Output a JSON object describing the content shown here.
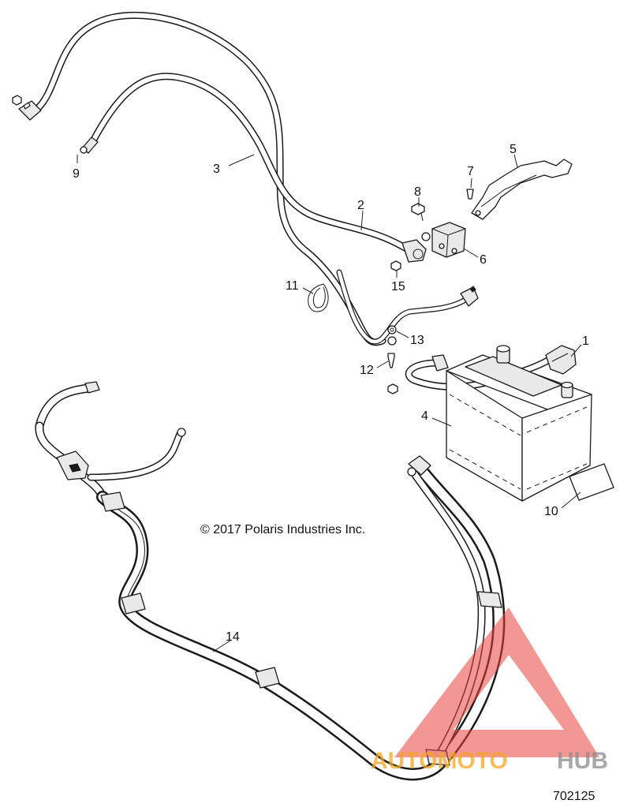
{
  "copyright": "© 2017 Polaris Industries Inc.",
  "figure_id": "702125",
  "watermark": {
    "text_primary": "AUTOMOTO",
    "text_secondary": "HUB",
    "color_primary": "#f5a623",
    "color_secondary": "#8c8c8c",
    "logo_color": "#e8413a"
  },
  "callouts": [
    {
      "id": "1",
      "label": "1"
    },
    {
      "id": "2",
      "label": "2"
    },
    {
      "id": "3",
      "label": "3"
    },
    {
      "id": "4",
      "label": "4"
    },
    {
      "id": "5",
      "label": "5"
    },
    {
      "id": "6",
      "label": "6"
    },
    {
      "id": "7",
      "label": "7"
    },
    {
      "id": "8",
      "label": "8"
    },
    {
      "id": "9",
      "label": "9"
    },
    {
      "id": "10",
      "label": "10"
    },
    {
      "id": "11",
      "label": "11"
    },
    {
      "id": "12",
      "label": "12"
    },
    {
      "id": "13",
      "label": "13"
    },
    {
      "id": "14",
      "label": "14"
    },
    {
      "id": "15",
      "label": "15"
    }
  ]
}
